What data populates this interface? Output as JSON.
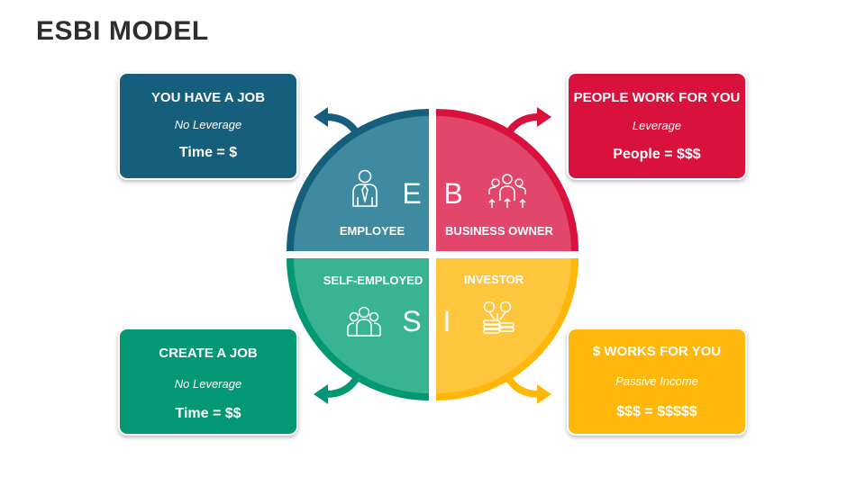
{
  "title": "ESBI MODEL",
  "colors": {
    "employee": "#155f7c",
    "employee_quadrant": "#3e8aa1",
    "business": "#d8123d",
    "business_quadrant": "#e3466b",
    "self": "#039874",
    "self_quadrant": "#38b493",
    "investor": "#feb70a",
    "investor_quadrant": "#fec53d"
  },
  "quadrants": {
    "employee": {
      "letter": "E",
      "label": "EMPLOYEE",
      "icon": "employee-person-icon"
    },
    "business": {
      "letter": "B",
      "label": "BUSINESS OWNER",
      "icon": "business-team-icon"
    },
    "self": {
      "letter": "S",
      "label": "SELF-EMPLOYED",
      "icon": "group-people-icon"
    },
    "investor": {
      "letter": "I",
      "label": "INVESTOR",
      "icon": "money-coins-icon"
    }
  },
  "cards": {
    "employee": {
      "heading": "YOU HAVE A JOB",
      "sub": "No Leverage",
      "formula": "Time = $"
    },
    "business": {
      "heading": "PEOPLE WORK FOR YOU",
      "sub": "Leverage",
      "formula": "People = $$$"
    },
    "self": {
      "heading": "CREATE A JOB",
      "sub": "No Leverage",
      "formula": "Time = $$"
    },
    "investor": {
      "heading": "$ WORKS FOR YOU",
      "sub": "Passive Income",
      "formula": "$$$ = $$$$$"
    }
  }
}
